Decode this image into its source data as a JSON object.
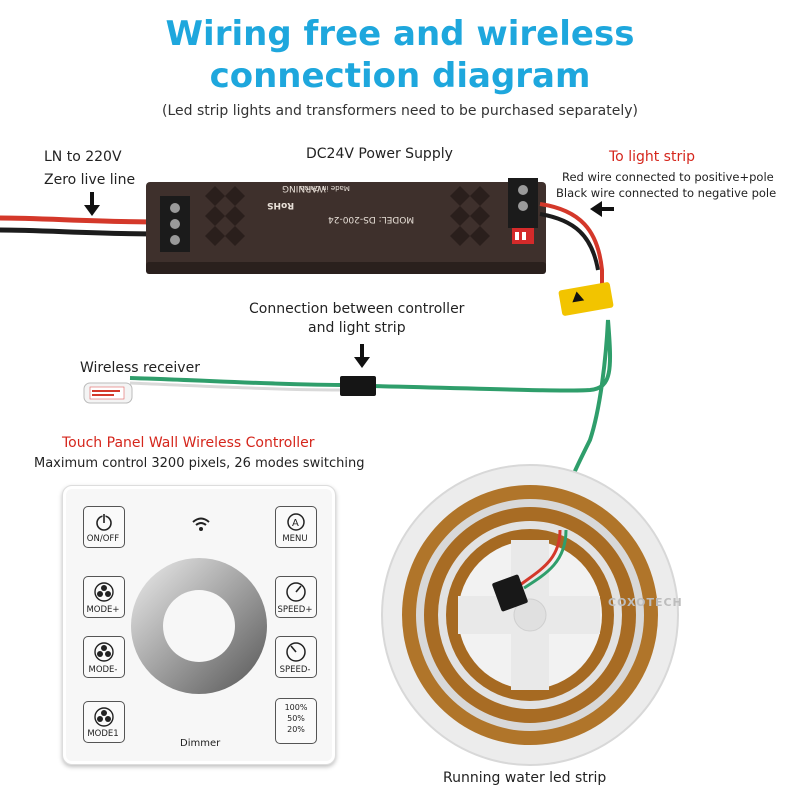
{
  "title_line1": "Wiring free and wireless",
  "title_line2": "connection diagram",
  "subtitle": "(Led strip lights and transformers need to be purchased separately)",
  "labels": {
    "ln": "LN to 220V",
    "zero": "Zero live line",
    "power_supply": "DC24V Power Supply",
    "to_light_strip": "To light strip",
    "red_wire": "Red wire connected to positive+pole",
    "black_wire": "Black wire connected to negative pole",
    "connection_line1": "Connection between controller",
    "connection_line2": "and light strip",
    "wireless_receiver": "Wireless receiver",
    "controller_title": "Touch Panel Wall Wireless Controller",
    "controller_desc": "Maximum control 3200 pixels, 26 modes switching",
    "running_water": "Running water led strip"
  },
  "psu": {
    "warning": "WARNING",
    "rohs": "RoHS",
    "model": "MODEL: DS-200-24",
    "made_in": "Made in China"
  },
  "panel": {
    "buttons": [
      {
        "label": "ON/OFF",
        "icon": "power-icon"
      },
      {
        "label": "MENU",
        "icon": "menu-auto-icon"
      },
      {
        "label": "MODE+",
        "icon": "fan-icon"
      },
      {
        "label": "SPEED+",
        "icon": "gauge-icon"
      },
      {
        "label": "MODE-",
        "icon": "fan-icon"
      },
      {
        "label": "SPEED-",
        "icon": "gauge-icon"
      },
      {
        "label": "MODE1",
        "icon": "fan-icon"
      }
    ],
    "brightness_levels": [
      "100%",
      "50%",
      "20%"
    ],
    "dimmer_label": "Dimmer"
  },
  "watermark": "COXOTECH",
  "colors": {
    "title": "#1ea7dd",
    "accent_red": "#d5261c"
  }
}
